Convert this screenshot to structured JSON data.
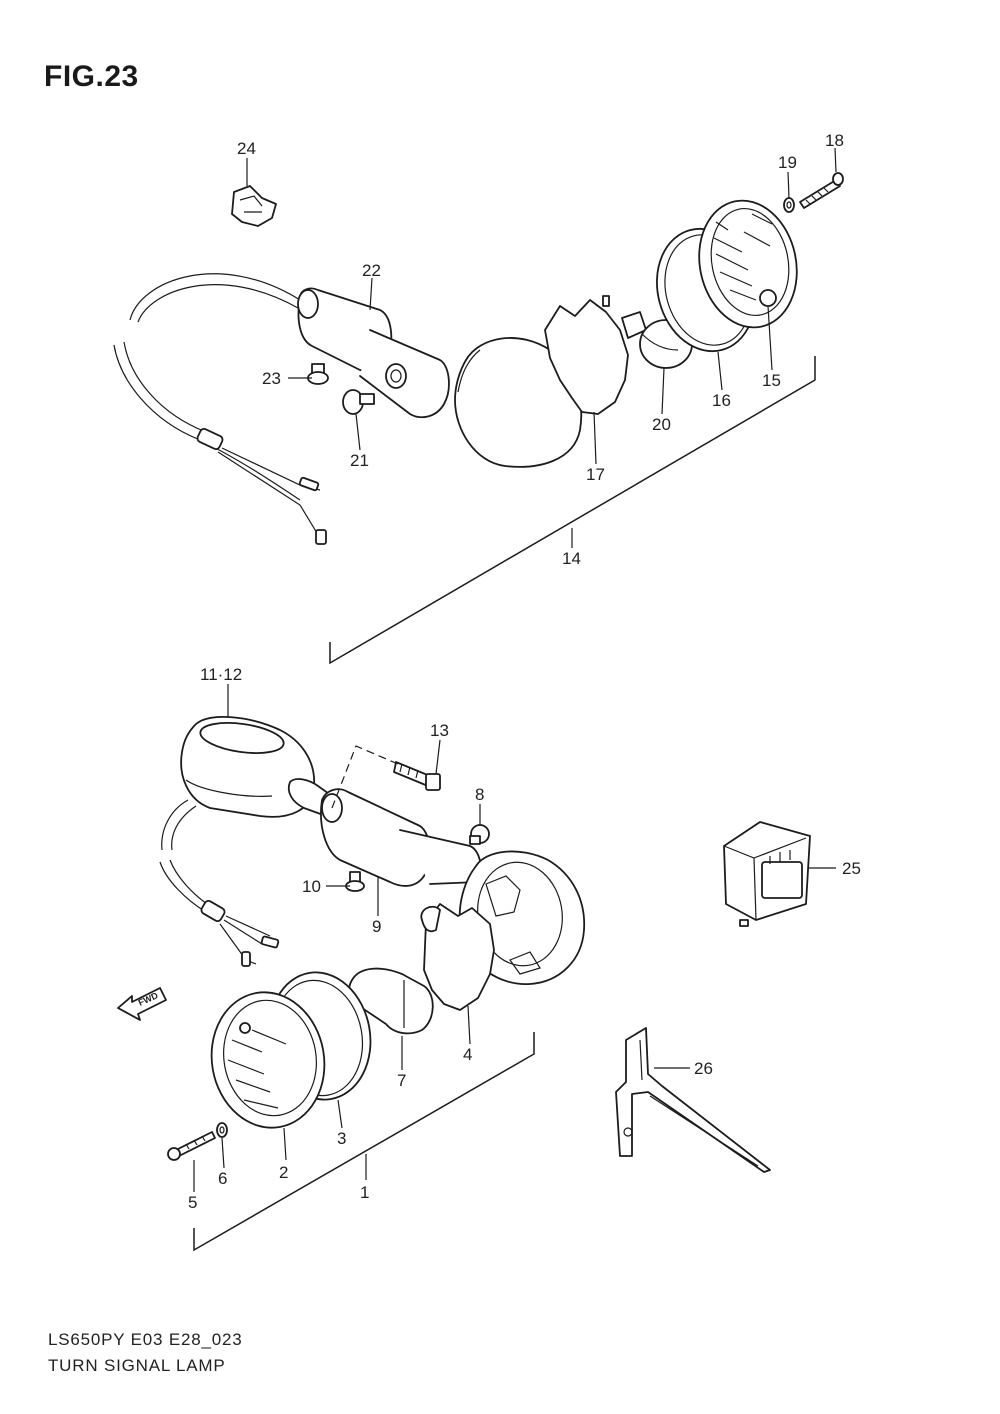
{
  "figure_title": "FIG.23",
  "footer": {
    "model_code": "LS650PY E03 E28_023",
    "diagram_name": "TURN SIGNAL LAMP"
  },
  "direction_indicator": "FWD",
  "callouts": {
    "c1": "1",
    "c2": "2",
    "c3": "3",
    "c4": "4",
    "c5": "5",
    "c6": "6",
    "c7": "7",
    "c8": "8",
    "c9": "9",
    "c10": "10",
    "c11_12": "11·12",
    "c13": "13",
    "c14": "14",
    "c15": "15",
    "c16": "16",
    "c17": "17",
    "c18": "18",
    "c19": "19",
    "c20": "20",
    "c21": "21",
    "c22": "22",
    "c23": "23",
    "c24": "24",
    "c25": "25",
    "c26": "26"
  }
}
